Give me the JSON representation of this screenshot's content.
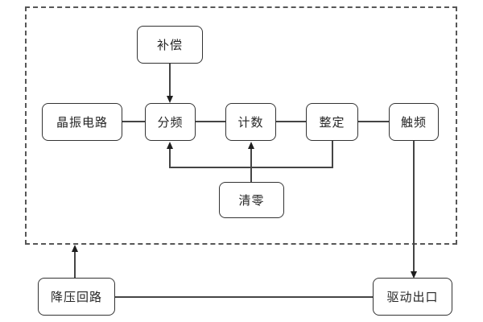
{
  "diagram": {
    "type": "block-diagram",
    "background": "#ffffff",
    "colors": {
      "box_border": "#333333",
      "connector_line": "#454545",
      "arrowhead": "#1e1e1e",
      "dashed_frame": "#575757",
      "text": "#262626"
    },
    "nodes": {
      "compensation": {
        "label": "补偿"
      },
      "crystal_circuit": {
        "label": "晶振电路"
      },
      "frequency_divider": {
        "label": "分频"
      },
      "counter": {
        "label": "计数"
      },
      "setting": {
        "label": "整定"
      },
      "trigger": {
        "label": "触频"
      },
      "reset": {
        "label": "清零"
      },
      "stepdown_circuit": {
        "label": "降压回路"
      },
      "drive_output": {
        "label": "驱动出口"
      }
    },
    "edges": [
      {
        "from": "compensation",
        "to": "frequency_divider",
        "style": "arrow"
      },
      {
        "from": "crystal_circuit",
        "to": "frequency_divider",
        "style": "line"
      },
      {
        "from": "frequency_divider",
        "to": "counter",
        "style": "line"
      },
      {
        "from": "counter",
        "to": "setting",
        "style": "line"
      },
      {
        "from": "setting",
        "to": "trigger",
        "style": "line"
      },
      {
        "from": "setting",
        "to": "frequency_divider",
        "style": "arrow-feedback"
      },
      {
        "from": "reset",
        "to": "counter",
        "style": "arrow"
      },
      {
        "from": "trigger",
        "to": "drive_output",
        "style": "arrow"
      },
      {
        "from": "stepdown_circuit",
        "to": "dashed_frame",
        "style": "arrow"
      },
      {
        "from": "stepdown_circuit",
        "to": "drive_output",
        "style": "line"
      }
    ]
  }
}
